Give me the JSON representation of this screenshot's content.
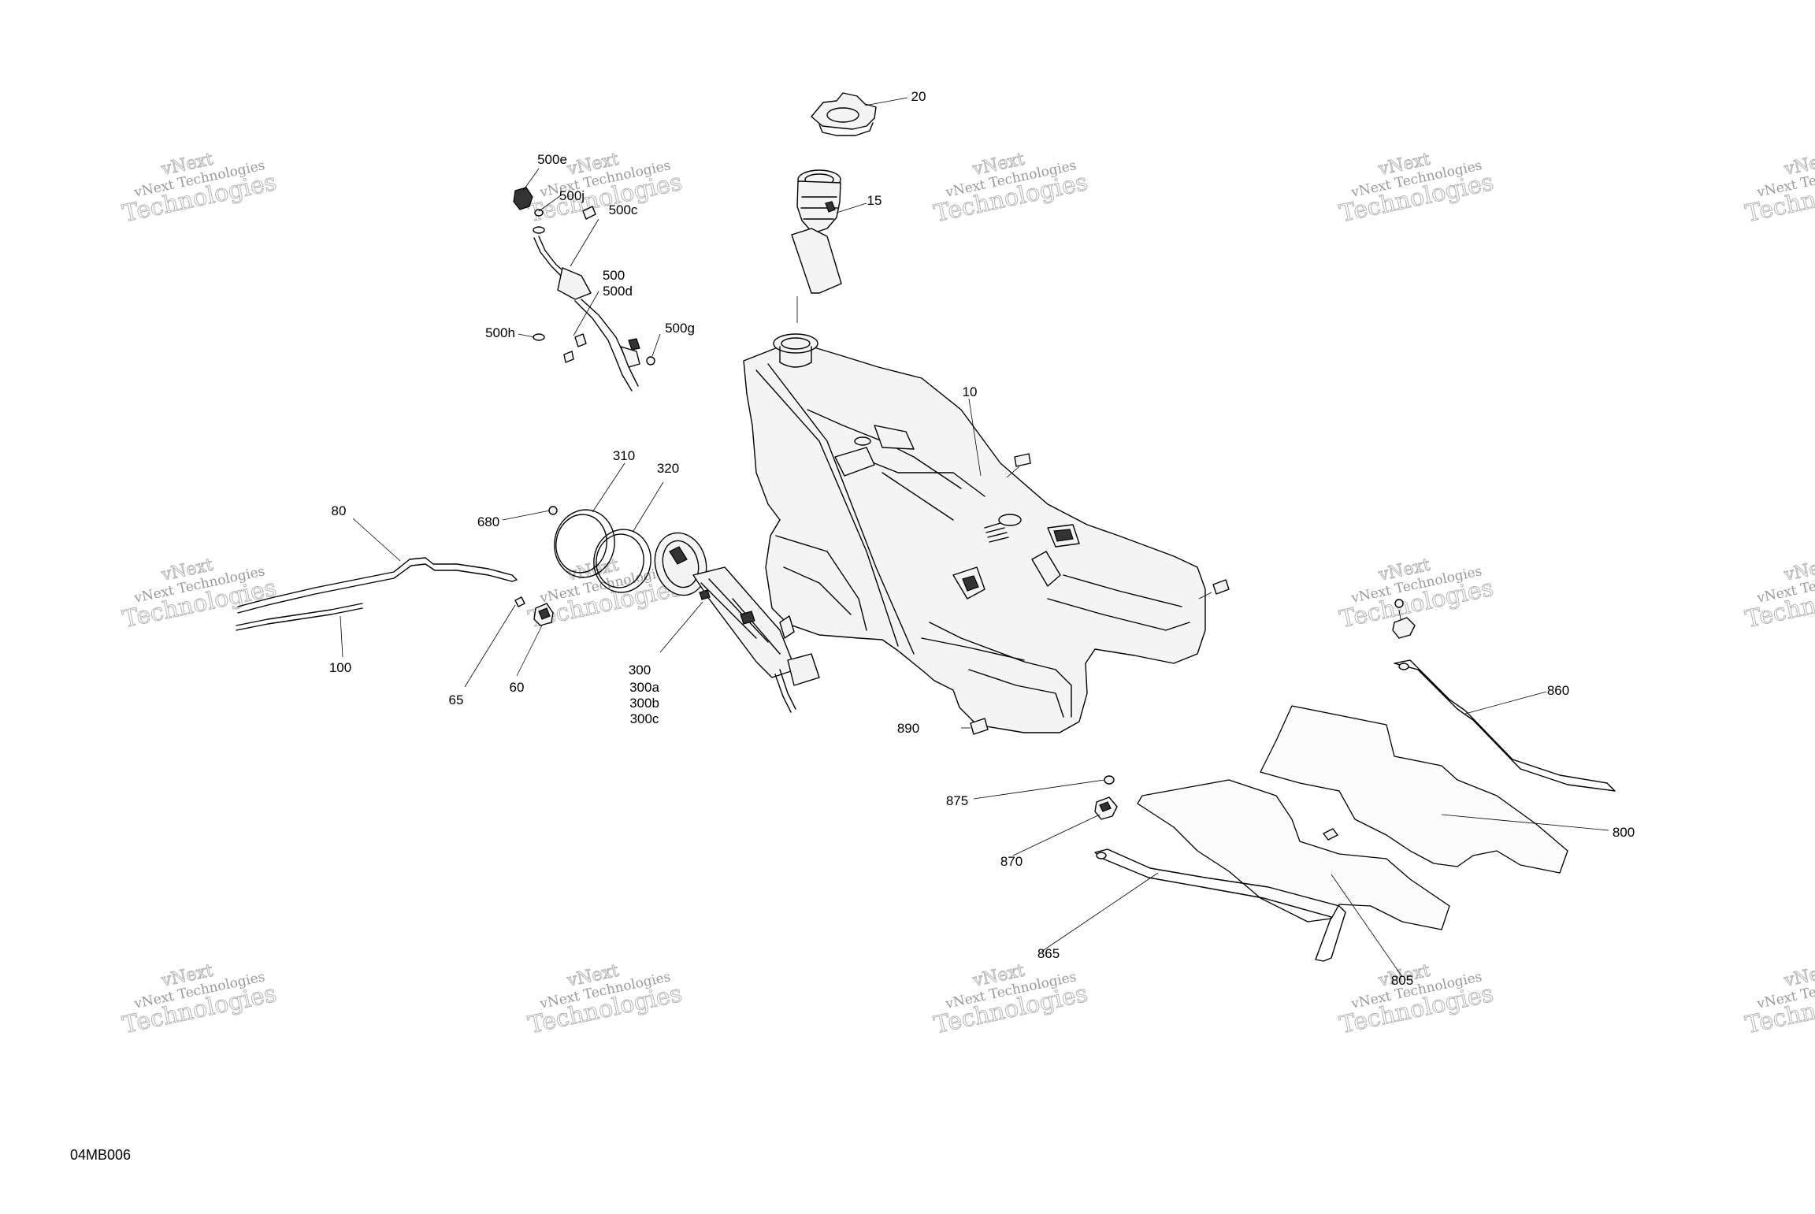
{
  "drawing_id": "04MB006",
  "watermark": {
    "line1": "vNext",
    "line2": "vNext Technologies",
    "line3": "Technologies"
  },
  "callouts": {
    "c10": "10",
    "c15": "15",
    "c20": "20",
    "c60": "60",
    "c65": "65",
    "c80": "80",
    "c100": "100",
    "c300": "300",
    "c300a": "300a",
    "c300b": "300b",
    "c300c": "300c",
    "c310": "310",
    "c320": "320",
    "c500": "500",
    "c500c": "500c",
    "c500d": "500d",
    "c500e": "500e",
    "c500g": "500g",
    "c500h": "500h",
    "c500j": "500j",
    "c680": "680",
    "c800": "800",
    "c805": "805",
    "c860": "860",
    "c865": "865",
    "c870": "870",
    "c875": "875",
    "c890": "890"
  }
}
